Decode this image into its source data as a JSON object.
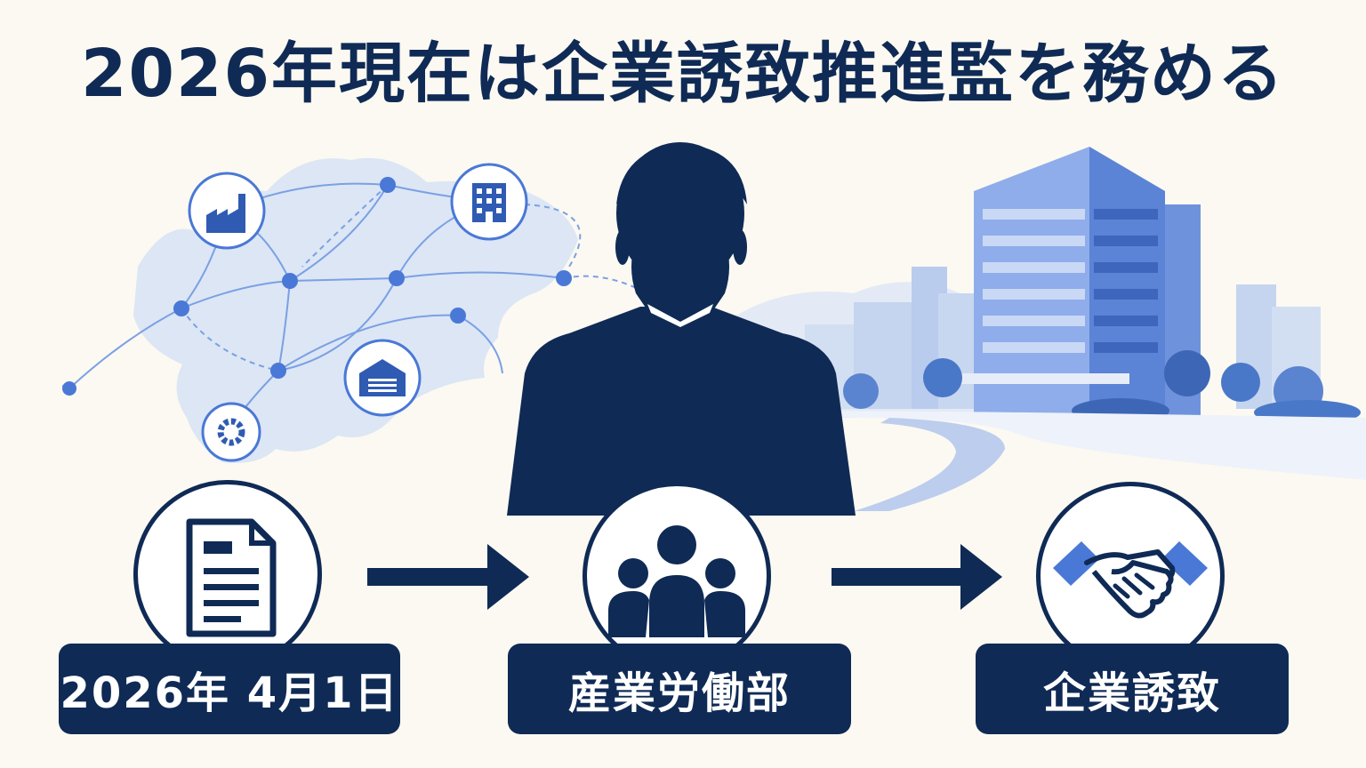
{
  "title": "2026年現在は企業誘致推進監を務める",
  "colors": {
    "navy": "#0f2a55",
    "blue": "#4a78d6",
    "light_blue": "#cfdcf3",
    "map_fill": "#dce6f5",
    "background": "#fbf9f1"
  },
  "steps": [
    {
      "icon": "document-icon",
      "label": "2026年 4月1日"
    },
    {
      "icon": "people-group-icon",
      "label": "産業労働部"
    },
    {
      "icon": "handshake-icon",
      "label": "企業誘致"
    }
  ],
  "map_icons": [
    "factory-icon",
    "office-building-icon",
    "warehouse-icon",
    "gear-icon"
  ]
}
